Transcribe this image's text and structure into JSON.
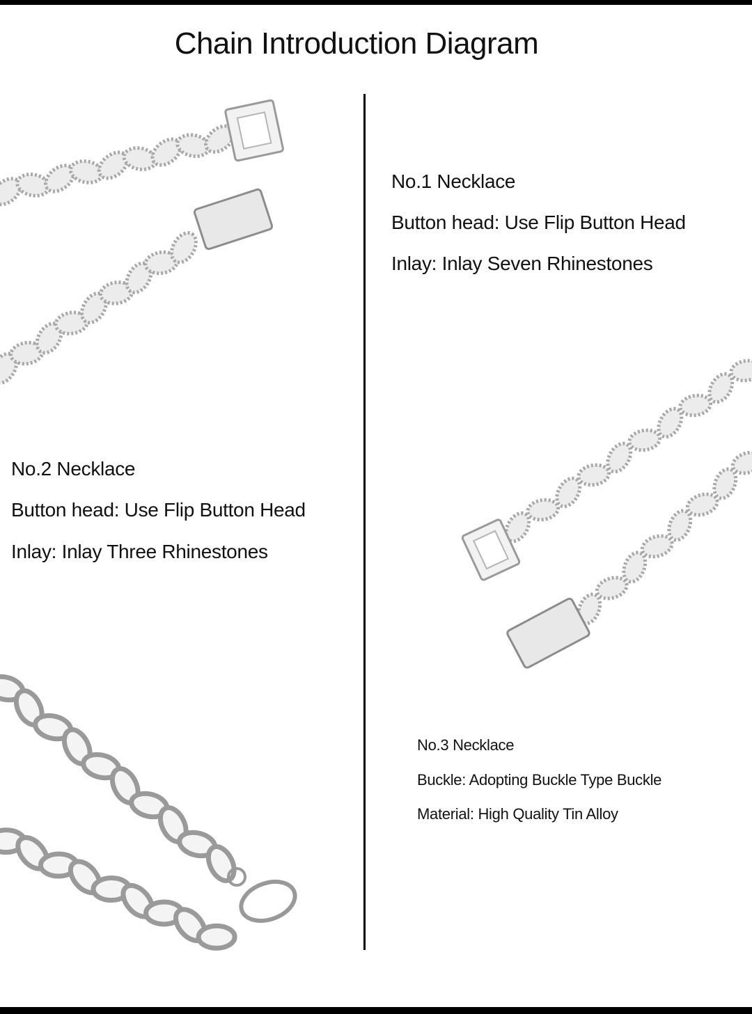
{
  "title": "Chain Introduction Diagram",
  "necklaces": [
    {
      "name": "No.1 Necklace",
      "line1": "Button head: Use Flip Button Head",
      "line2": "Inlay: Inlay Seven Rhinestones"
    },
    {
      "name": "No.2 Necklace",
      "line1": "Button head: Use Flip Button Head",
      "line2": "Inlay: Inlay Three Rhinestones"
    },
    {
      "name": "No.3 Necklace",
      "line1": "Buckle: Adopting Buckle Type Buckle",
      "line2": "Material: High Quality Tin Alloy"
    }
  ],
  "colors": {
    "silver": "#c9c9c9",
    "silver_dark": "#8a8a8a",
    "text": "#111111"
  }
}
